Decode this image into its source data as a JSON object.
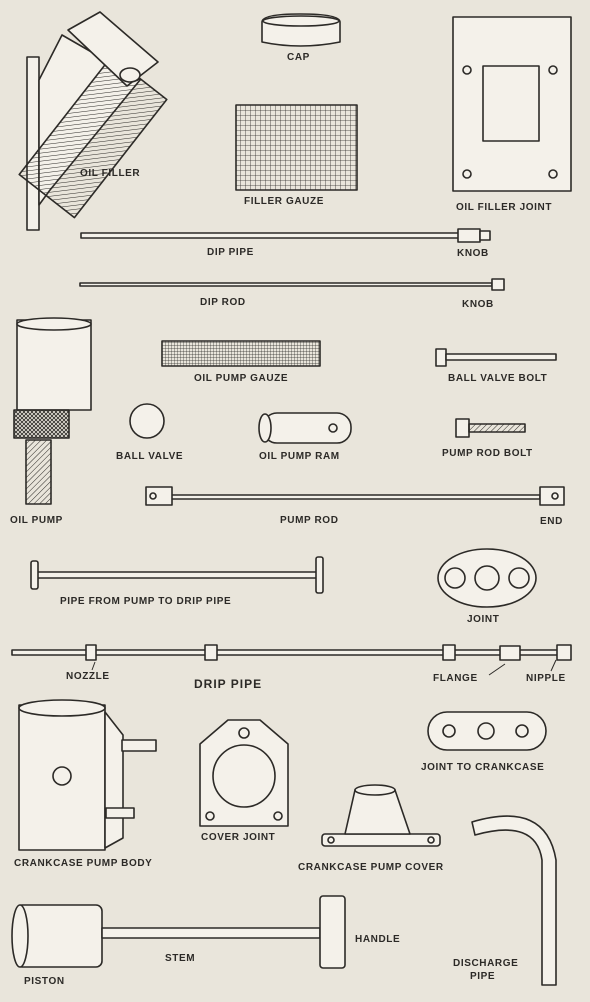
{
  "labels": {
    "oil_filler": "OIL FILLER",
    "cap": "CAP",
    "filler_gauze": "FILLER GAUZE",
    "oil_filler_joint": "OIL FILLER JOINT",
    "dip_pipe_top": "DIP PIPE",
    "knob_1": "KNOB",
    "dip_rod": "DIP ROD",
    "knob_2": "KNOB",
    "oil_pump_gauze": "OIL PUMP GAUZE",
    "ball_valve_bolt": "BALL VALVE BOLT",
    "oil_pump": "OIL PUMP",
    "ball_valve": "BALL VALVE",
    "oil_pump_ram": "OIL PUMP RAM",
    "pump_rod_bolt": "PUMP ROD BOLT",
    "pump_rod": "PUMP ROD",
    "end": "END",
    "pipe_from_pump": "PIPE FROM PUMP TO DRIP PIPE",
    "joint": "JOINT",
    "nozzle": "NOZZLE",
    "drip_pipe": "DRIP PIPE",
    "flange": "FLANGE",
    "nipple": "NIPPLE",
    "joint_to_crankcase": "JOINT TO CRANKCASE",
    "crankcase_pump_body": "CRANKCASE PUMP BODY",
    "cover_joint": "COVER JOINT",
    "crankcase_pump_cover": "CRANKCASE PUMP COVER",
    "handle": "HANDLE",
    "stem": "STEM",
    "piston": "PISTON",
    "discharge": "DISCHARGE",
    "pipe": "PIPE"
  },
  "colors": {
    "paper": "#e9e5db",
    "ink": "#2c2a27",
    "part": "#f4f1ea"
  }
}
